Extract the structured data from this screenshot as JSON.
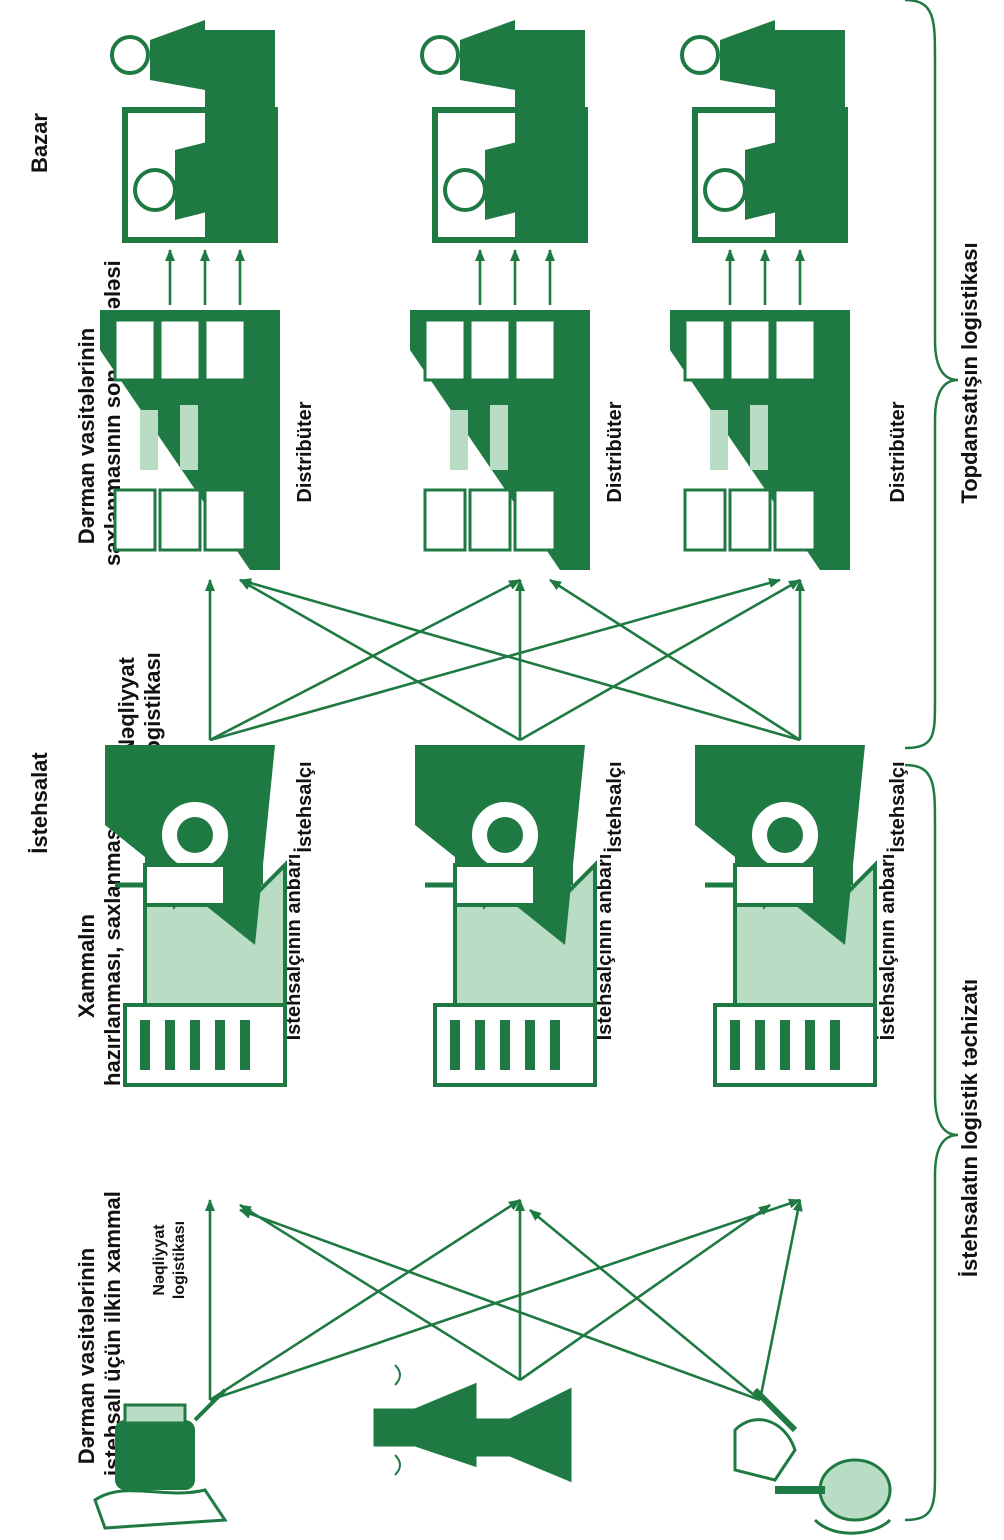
{
  "colors": {
    "accent": "#1e7a42",
    "accent_light": "#b9dcc4",
    "ink": "#111111"
  },
  "headers": {
    "raw_material": [
      "Dərman vasitələrinin",
      "istehsalı üçün ilkin xammal"
    ],
    "raw_prep": [
      "Xammalın",
      "hazırlanması, saxlanması"
    ],
    "production": "İstehsalat",
    "transport_right": [
      "Nəqliyyat",
      "logistikası"
    ],
    "final_storage": [
      "Dərman vasitələrinin",
      "saxlanmasının son mərhələsi"
    ],
    "market": "Bazar"
  },
  "transport_left": [
    "Nəqliyyat",
    "logistikası"
  ],
  "rows": [
    {
      "warehouse_label": "İstehsalçının anbarı",
      "producer_label": "İstehsalçı",
      "distributor_label": "Distribüter"
    },
    {
      "warehouse_label": "İstehsalçının anbarı",
      "producer_label": "İstehsalçı",
      "distributor_label": "Distribüter"
    },
    {
      "warehouse_label": "İstehsalçının anbarı",
      "producer_label": "İstehsalçı",
      "distributor_label": "Distribüter"
    }
  ],
  "brace_labels": {
    "wholesale": "Topdansatışın logistikası",
    "production_supply": "İstehsalatın logistik təchizatı"
  },
  "icons": {
    "raw_material": [
      "hand-jar-icon",
      "flasks-icon",
      "hand-flask-icon"
    ],
    "warehouse": "factory-building-icon",
    "producer": "production-machine-icon",
    "distributor": "distribution-warehouse-icon",
    "market": "pharmacy-counter-icon"
  }
}
